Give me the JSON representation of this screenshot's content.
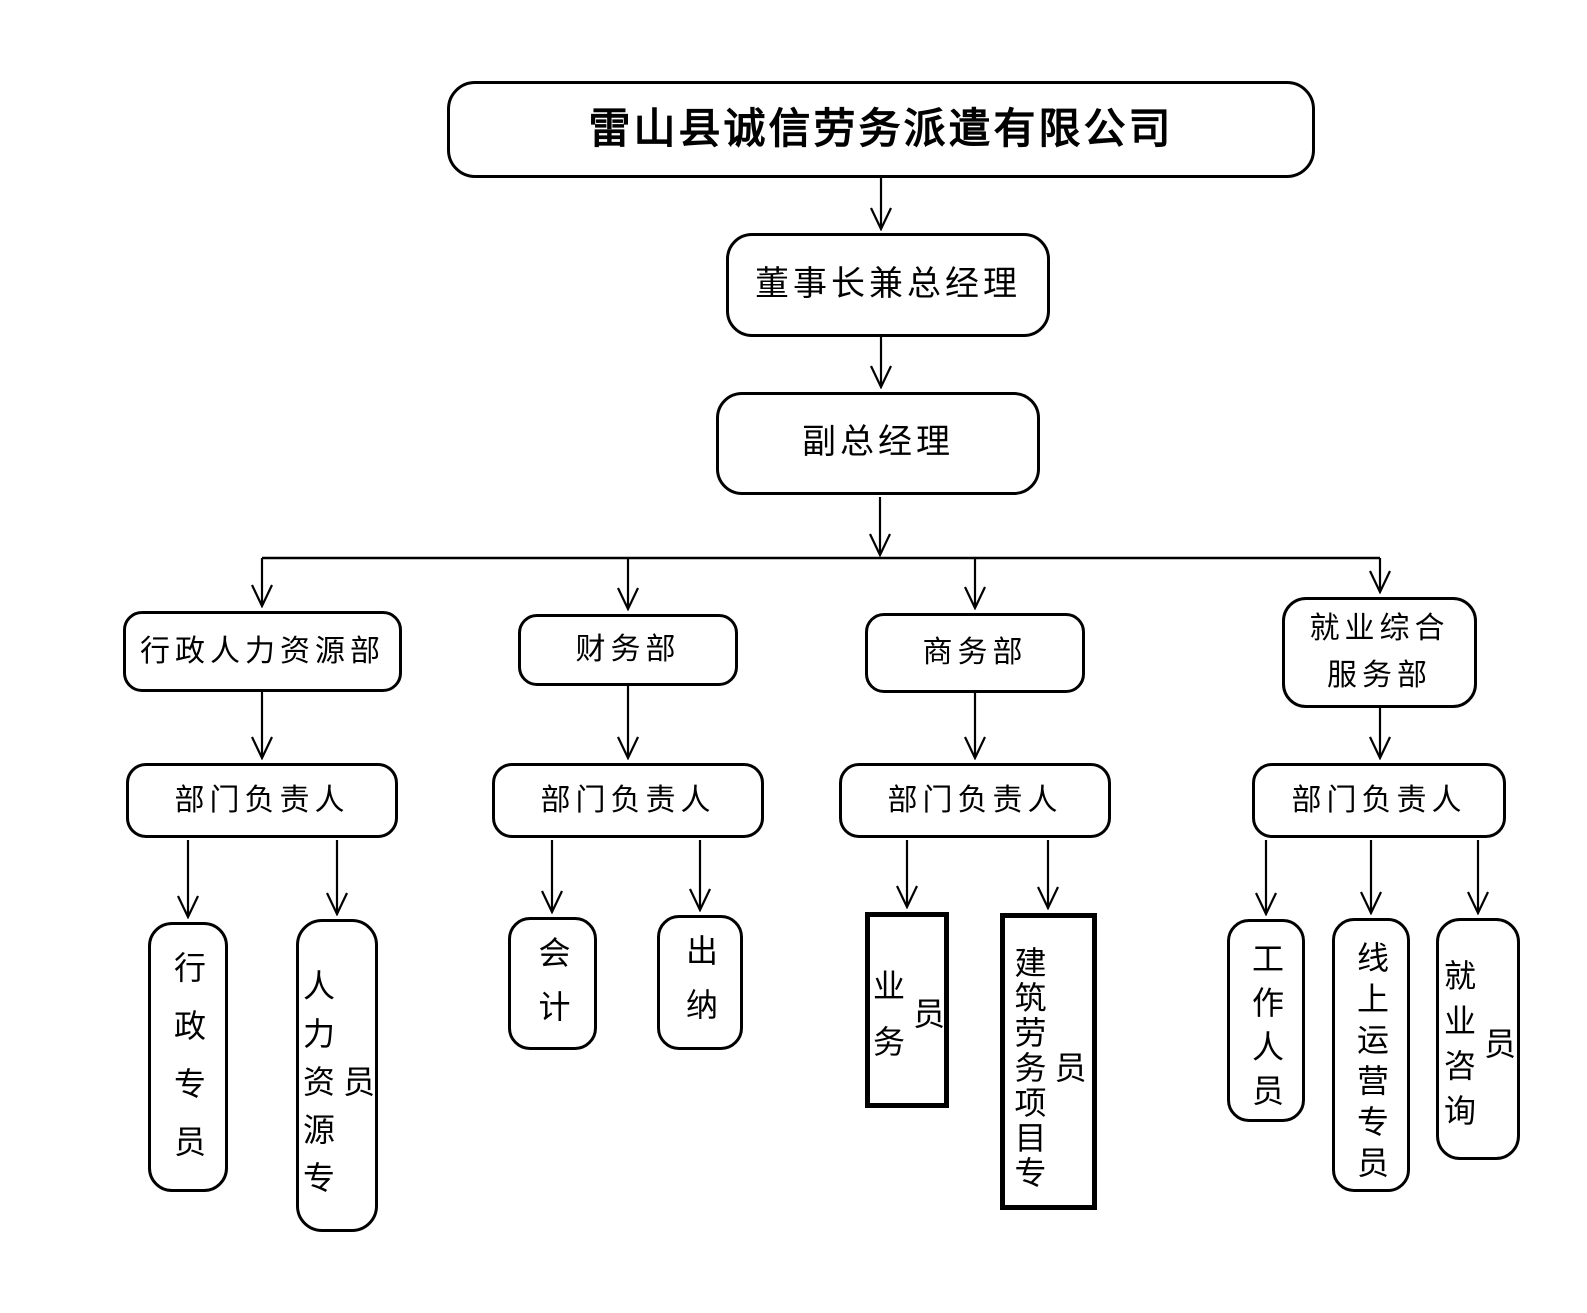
{
  "chart": {
    "type": "org-chart",
    "root": {
      "label": "雷山县诚信劳务派遣有限公司"
    },
    "chairman": {
      "label": "董事长兼总经理"
    },
    "deputy": {
      "label": "副总经理"
    },
    "departments": [
      {
        "label": "行政人力资源部",
        "head": {
          "label": "部门负责人"
        },
        "staff": [
          {
            "label": "行政专员"
          },
          {
            "label": "人力资源专员"
          }
        ]
      },
      {
        "label": "财务部",
        "head": {
          "label": "部门负责人"
        },
        "staff": [
          {
            "label": "会计"
          },
          {
            "label": "出纳"
          }
        ]
      },
      {
        "label": "商务部",
        "head": {
          "label": "部门负责人"
        },
        "staff": [
          {
            "label": "业务员"
          },
          {
            "label": "建筑劳务项目专员"
          }
        ]
      },
      {
        "label": "就业综合服务部",
        "label_lines": [
          "就业综合",
          "服务部"
        ],
        "head": {
          "label": "部门负责人"
        },
        "staff": [
          {
            "label": "工作人员"
          },
          {
            "label": "线上运营专员"
          },
          {
            "label": "就业咨询员"
          }
        ]
      }
    ]
  }
}
